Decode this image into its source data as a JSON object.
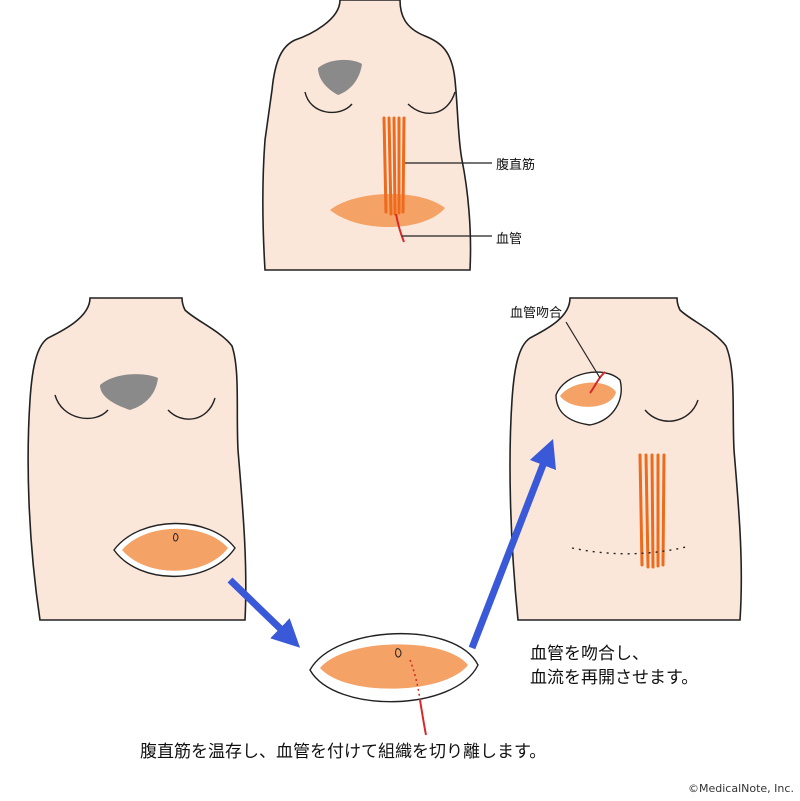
{
  "labels": {
    "rectus_muscle": "腹直筋",
    "blood_vessel": "血管",
    "anastomosis": "血管吻合"
  },
  "captions": {
    "right_line1": "血管を吻合し、",
    "right_line2": "血流を再開させます。",
    "bottom": "腹直筋を温存し、血管を付けて組織を切り離します。"
  },
  "credit": "©MedicalNote, Inc.",
  "colors": {
    "skin": "#fbe6da",
    "outline": "#222222",
    "tissue": "#f5a266",
    "muscle": "#ee6a1c",
    "vessel": "#d8282a",
    "scar": "#8a8a8a",
    "arrow": "#3a59d9"
  }
}
